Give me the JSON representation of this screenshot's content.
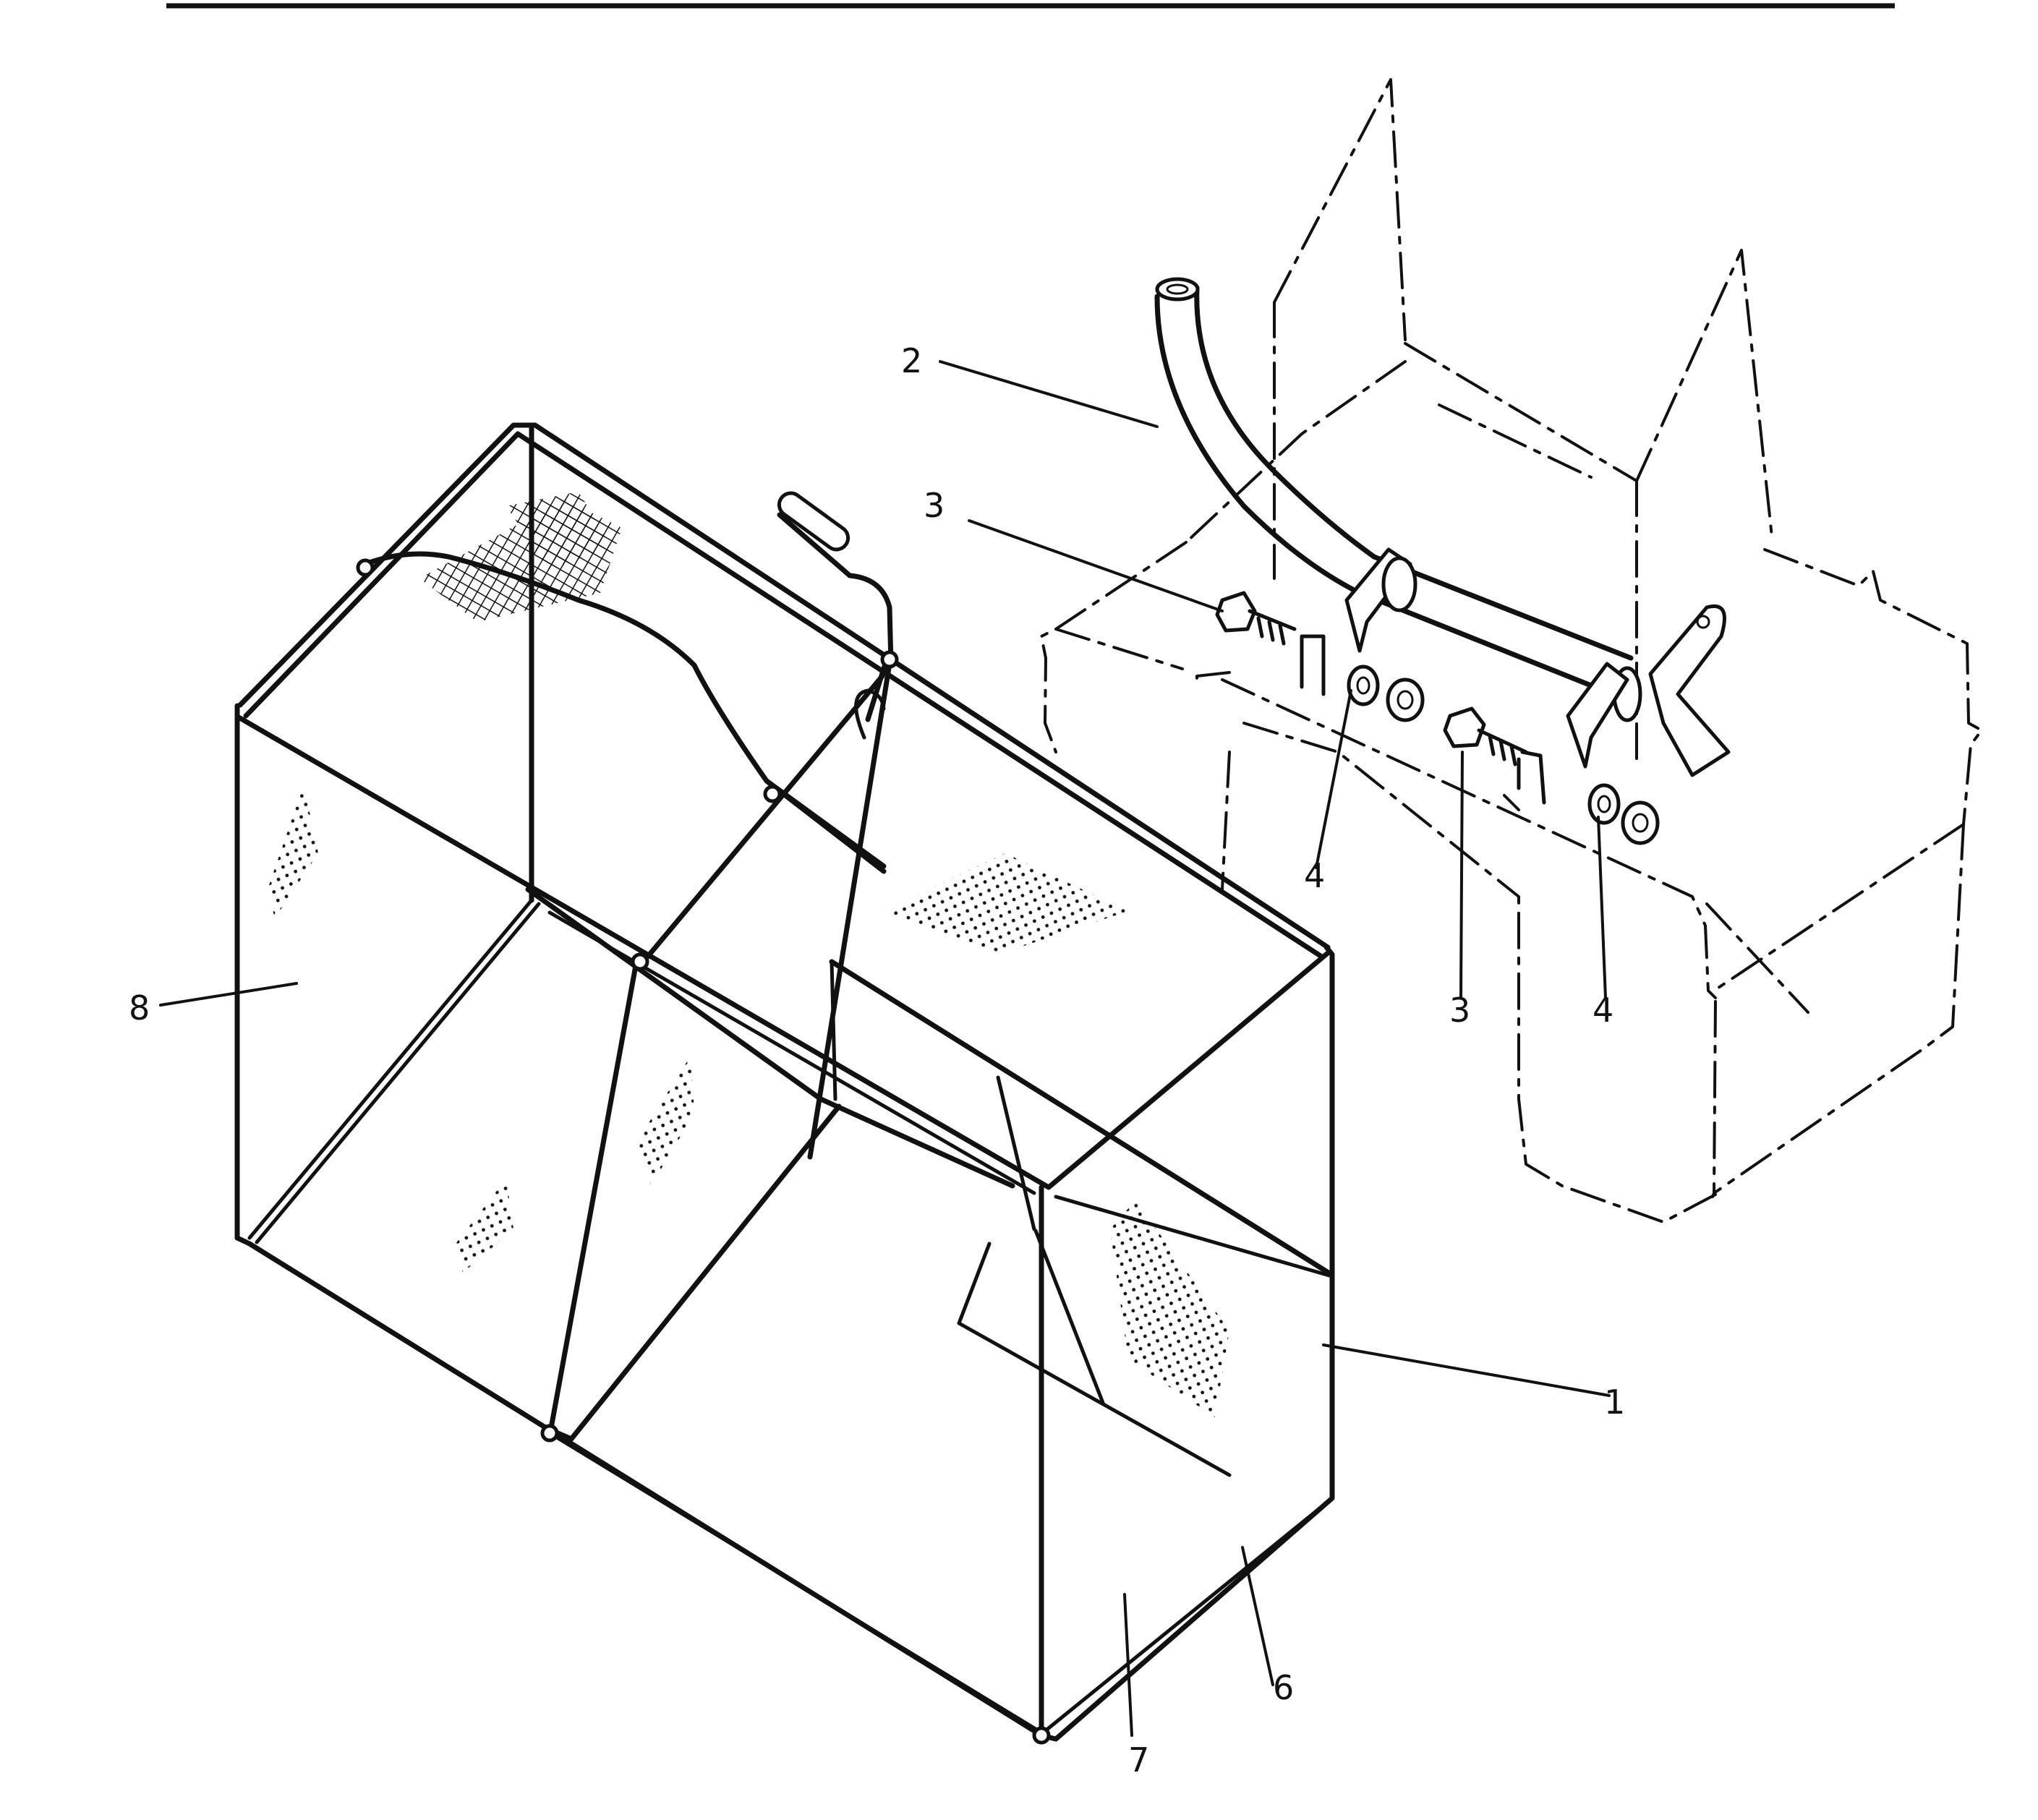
{
  "callouts": {
    "c1": "1",
    "c2": "2",
    "c3a": "3",
    "c3b": "3",
    "c4a": "4",
    "c4b": "4",
    "c6": "6",
    "c7": "7",
    "c8": "8"
  }
}
